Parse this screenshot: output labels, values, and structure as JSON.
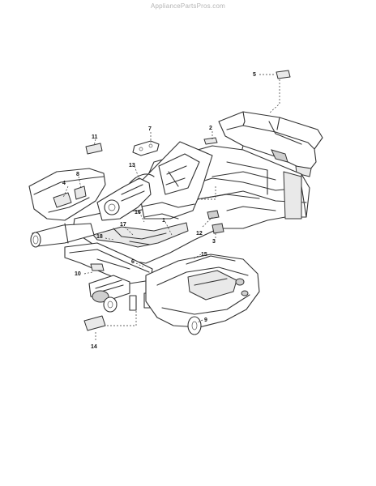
{
  "watermark": "AppliancePartsPros.com",
  "callouts": [
    {
      "id": "1",
      "label": "1"
    },
    {
      "id": "2",
      "label": "2"
    },
    {
      "id": "3",
      "label": "3"
    },
    {
      "id": "4",
      "label": "4"
    },
    {
      "id": "5",
      "label": "5"
    },
    {
      "id": "6",
      "label": "6"
    },
    {
      "id": "7",
      "label": "7"
    },
    {
      "id": "8",
      "label": "8"
    },
    {
      "id": "9",
      "label": "9"
    },
    {
      "id": "10",
      "label": "10"
    },
    {
      "id": "11",
      "label": "11"
    },
    {
      "id": "12",
      "label": "12"
    },
    {
      "id": "13",
      "label": "13"
    },
    {
      "id": "14",
      "label": "14"
    },
    {
      "id": "15",
      "label": "15"
    },
    {
      "id": "16",
      "label": "16"
    },
    {
      "id": "17",
      "label": "17"
    },
    {
      "id": "18",
      "label": "18"
    }
  ]
}
